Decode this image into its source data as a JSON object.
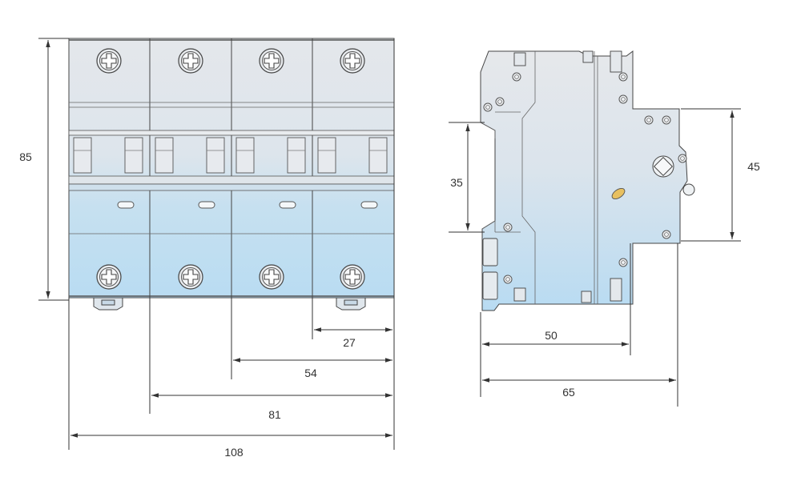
{
  "front_view": {
    "poles": 4,
    "height_label": "85",
    "widths": [
      "27",
      "54",
      "81",
      "108"
    ]
  },
  "side_view": {
    "rail_label": "35",
    "body_label": "45",
    "depths": [
      "50",
      "65"
    ]
  },
  "colors": {
    "top_gray": "#e3e6ea",
    "bottom_blue": "#bfdff2",
    "outline": "#444444",
    "dimension": "#333333"
  }
}
